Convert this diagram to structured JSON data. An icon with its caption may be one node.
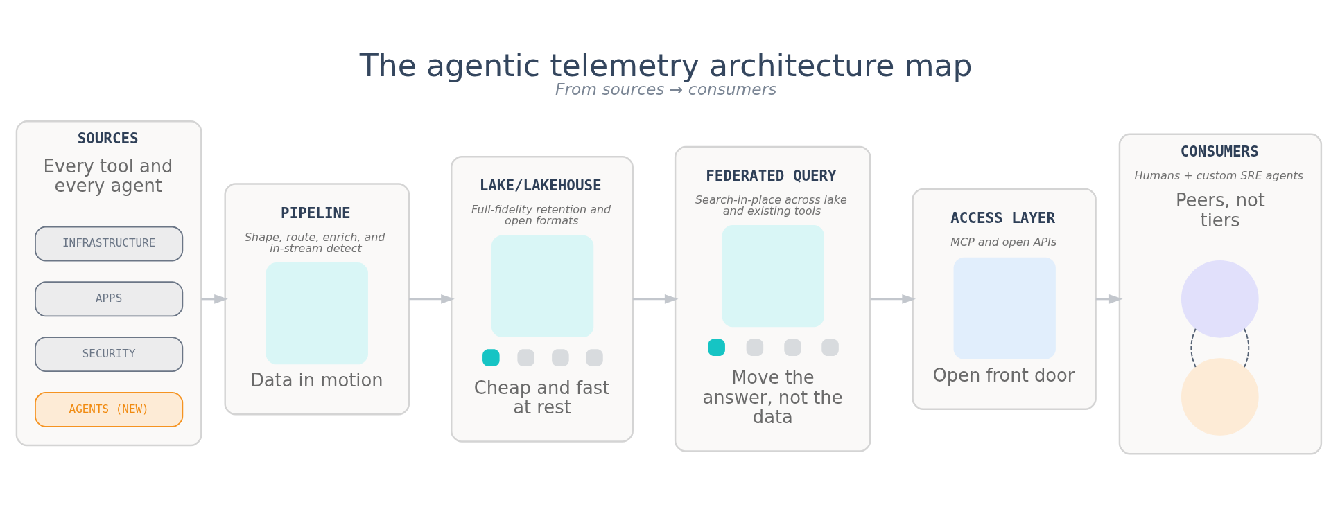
{
  "diagram": {
    "title": "The agentic telemetry architecture map",
    "caption": "From sources → consumers",
    "nodes": [
      {
        "text": [
          "SOURCES",
          "Every tool and every agent"
        ]
      },
      {
        "text": [
          "INFRASTRUCTURE"
        ],
        "in": 0
      },
      {
        "text": [
          "APPS"
        ],
        "in": 0
      },
      {
        "text": [
          "SECURITY"
        ],
        "in": 0
      },
      {
        "text": [
          "AGENTS (NEW)"
        ],
        "in": 0
      },
      {
        "text": [
          "PIPELINE",
          "Shape, route, enrich, and in-stream detect",
          "Data in motion"
        ]
      },
      {
        "text": [
          "LAKE/LAKEHOUSE",
          "Full-fidelity retention and open formats",
          "Cheap and fast at rest"
        ]
      },
      {
        "text": [
          "FEDERATED QUERY",
          "Search-in-place across lake and existing tools",
          "Move the answer, not the data"
        ]
      },
      {
        "text": [
          "ACCESS LAYER",
          "MCP and open APIs",
          "Open front door"
        ]
      },
      {
        "text": [
          "CONSUMERS",
          "Humans + custom SRE agents",
          "Peers, not tiers"
        ]
      },
      {
        "text": [],
        "shape": "circle",
        "in": 9
      },
      {
        "text": [],
        "shape": "circle",
        "in": 9
      }
    ],
    "edges": [
      {
        "from": 0,
        "to": 5,
        "arrow": "to"
      },
      {
        "from": 5,
        "to": 6,
        "arrow": "to"
      },
      {
        "from": 6,
        "to": 7,
        "arrow": "to"
      },
      {
        "from": 7,
        "to": 8,
        "arrow": "to"
      },
      {
        "from": 8,
        "to": 9,
        "arrow": "to"
      },
      {
        "from": 10,
        "to": 11,
        "arrow": "none",
        "style": "dashed",
        "color": "#556274"
      },
      {
        "from": 10,
        "to": 11,
        "arrow": "none",
        "style": "dashed",
        "color": "#556274"
      }
    ]
  }
}
